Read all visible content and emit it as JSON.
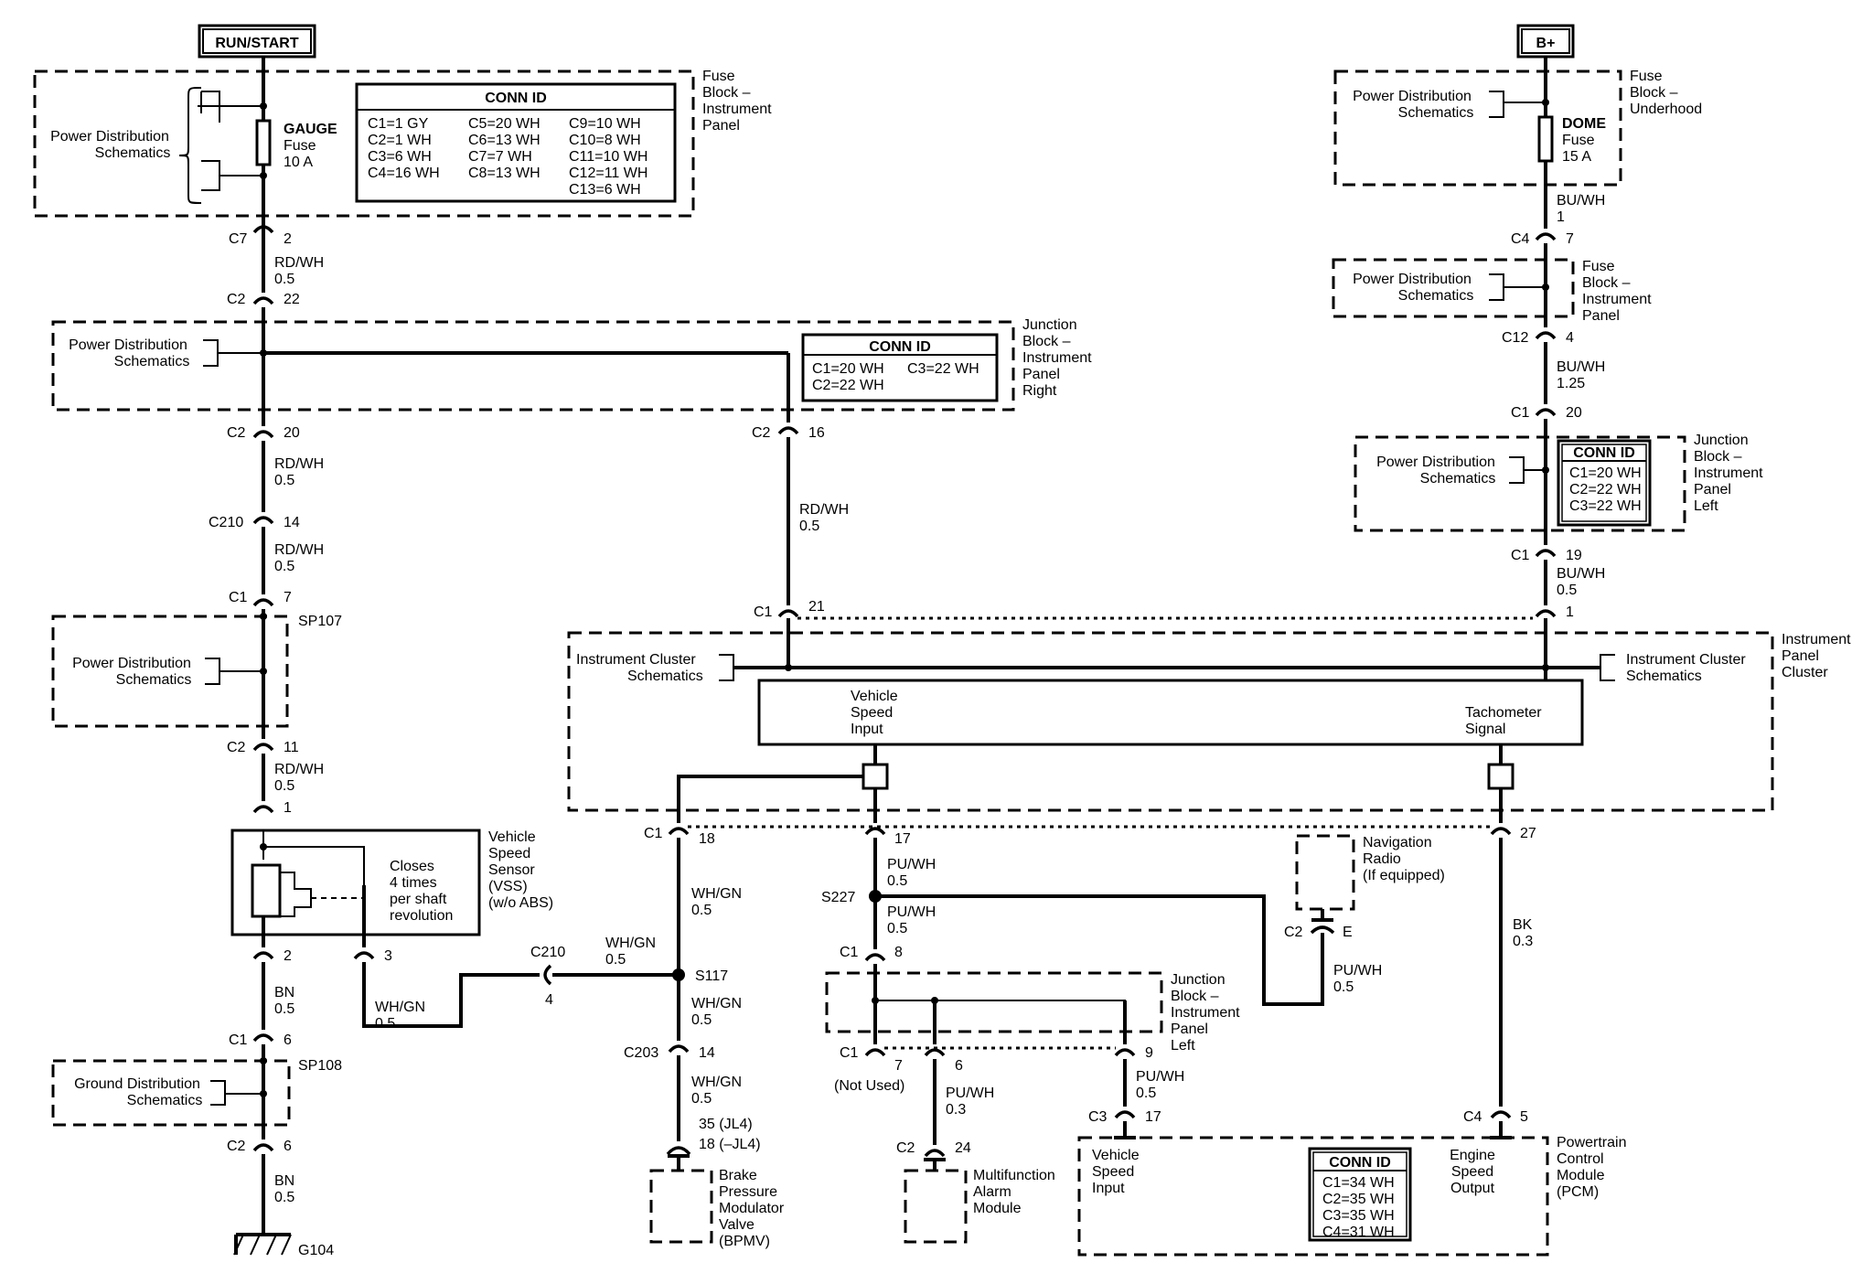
{
  "power": {
    "run_start": "RUN/START",
    "bplus": "B+"
  },
  "labels": {
    "pds": "Power Distribution",
    "schematics": "Schematics",
    "ground_dist": "Ground Distribution",
    "ic_schem_1": "Instrument Cluster",
    "ic_schem_2": "Schematics"
  },
  "fuse_block_ip": [
    "Fuse",
    "Block –",
    "Instrument",
    "Panel"
  ],
  "fuse_block_uh": [
    "Fuse",
    "Block –",
    "Underhood"
  ],
  "fuse_block_ip2": [
    "Fuse",
    "Block –",
    "Instrument",
    "Panel"
  ],
  "jb_ip_right": [
    "Junction",
    "Block –",
    "Instrument",
    "Panel",
    "Right"
  ],
  "jb_ip_left_top": [
    "Junction",
    "Block –",
    "Instrument",
    "Panel",
    "Left"
  ],
  "jb_ip_left_bot": [
    "Junction",
    "Block –",
    "Instrument",
    "Panel",
    "Left"
  ],
  "ipc": [
    "Instrument",
    "Panel",
    "Cluster"
  ],
  "gauge_fuse": [
    "GAUGE",
    "Fuse",
    "10 A"
  ],
  "dome_fuse": [
    "DOME",
    "Fuse",
    "15 A"
  ],
  "conn_id_title": "CONN ID",
  "conn_fb_ip": {
    "col1": [
      "C1=1 GY",
      "C2=1 WH",
      "C3=6 WH",
      "C4=16 WH"
    ],
    "col2": [
      "C5=20 WH",
      "C6=13 WH",
      "C7=7 WH",
      "C8=13 WH"
    ],
    "col3": [
      "C9=10 WH",
      "C10=8 WH",
      "C11=10 WH",
      "C12=11 WH",
      "C13=6 WH"
    ]
  },
  "conn_jb_right": [
    "C1=20 WH",
    "C3=22 WH",
    "C2=22 WH"
  ],
  "conn_jb_left": [
    "C1=20 WH",
    "C2=22 WH",
    "C3=22 WH"
  ],
  "conn_pcm": [
    "C1=34 WH",
    "C2=35 WH",
    "C3=35 WH",
    "C4=31 WH"
  ],
  "wires": {
    "rdwh": "RD/WH",
    "p05": "0.5",
    "buwh": "BU/WH",
    "p1": "1",
    "p125": "1.25",
    "puwh": "PU/WH",
    "p03": "0.3",
    "whgn": "WH/GN",
    "bn": "BN",
    "bk": "BK"
  },
  "connectors": {
    "c7": "C7",
    "c2": "C2",
    "c210": "C210",
    "c1": "C1",
    "c4": "C4",
    "c12": "C12",
    "c203": "C203",
    "c3": "C3",
    "n2": "2",
    "n22": "22",
    "n20": "20",
    "n16": "16",
    "n14": "14",
    "n7": "7",
    "n11": "11",
    "n1": "1",
    "n3": "3",
    "n4": "4",
    "n6": "6",
    "n21": "21",
    "n19": "19",
    "n18": "18",
    "n17": "17",
    "n27": "27",
    "n8": "8",
    "n9": "9",
    "n24": "24",
    "n5": "5",
    "nE": "E"
  },
  "splices": {
    "sp107": "SP107",
    "sp108": "SP108",
    "s227": "S227",
    "s117": "S117"
  },
  "ground": "G104",
  "vss": [
    "Vehicle",
    "Speed",
    "Sensor",
    "(VSS)",
    "(w/o ABS)"
  ],
  "vss_note": [
    "Closes",
    "4 times",
    "per shaft",
    "revolution"
  ],
  "cluster_vsi": [
    "Vehicle",
    "Speed",
    "Input"
  ],
  "cluster_tach": [
    "Tachometer",
    "Signal"
  ],
  "nav": [
    "Navigation",
    "Radio",
    "(If equipped)"
  ],
  "not_used": "(Not Used)",
  "bpmv_pins": [
    "35 (JL4)",
    "18 (–JL4)"
  ],
  "bpmv": [
    "Brake",
    "Pressure",
    "Modulator",
    "Valve",
    "(BPMV)"
  ],
  "mfam": [
    "Multifunction",
    "Alarm",
    "Module"
  ],
  "pcm_vsi": [
    "Vehicle",
    "Speed",
    "Input"
  ],
  "pcm_eso": [
    "Engine",
    "Speed",
    "Output"
  ],
  "pcm": [
    "Powertrain",
    "Control",
    "Module",
    "(PCM)"
  ]
}
